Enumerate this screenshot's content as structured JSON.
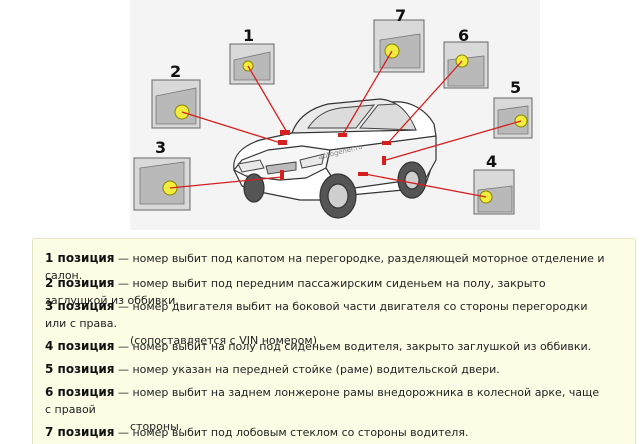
{
  "figure": {
    "watermark": "autogener.ru",
    "markers": [
      {
        "n": "1"
      },
      {
        "n": "2"
      },
      {
        "n": "3"
      },
      {
        "n": "4"
      },
      {
        "n": "5"
      },
      {
        "n": "6"
      },
      {
        "n": "7"
      }
    ]
  },
  "legend": {
    "rows": [
      {
        "bold": "1 позиция",
        "text": " — номер выбит под капотом на перегородке, разделяющей моторное отделение и салон.",
        "cont": ""
      },
      {
        "bold": "2 позиция",
        "text": " — номер выбит под передним пассажирским сиденьем на полу, закрыто заглушкой из оббивки.",
        "cont": ""
      },
      {
        "bold": "3 позиция",
        "text": " — номер двигателя выбит на боковой части двигателя со стороны перегородки или с права.",
        "cont": "(сопоставляется с VIN номером)"
      },
      {
        "bold": "4 позиция",
        "text": " — номер выбит на полу под сиденьем водителя, закрыто заглушкой из оббивки.",
        "cont": ""
      },
      {
        "bold": "5 позиция",
        "text": " — номер указан на передней стойке (раме) водительской двери.",
        "cont": ""
      },
      {
        "bold": "6 позиция",
        "text": " — номер выбит на заднем лонжероне рамы внедорожника в колесной арке, чаще с правой",
        "cont": "стороны."
      },
      {
        "bold": "7 позиция",
        "text": " — номер выбит под лобовым стеклом со стороны водителя.",
        "cont": ""
      }
    ]
  }
}
